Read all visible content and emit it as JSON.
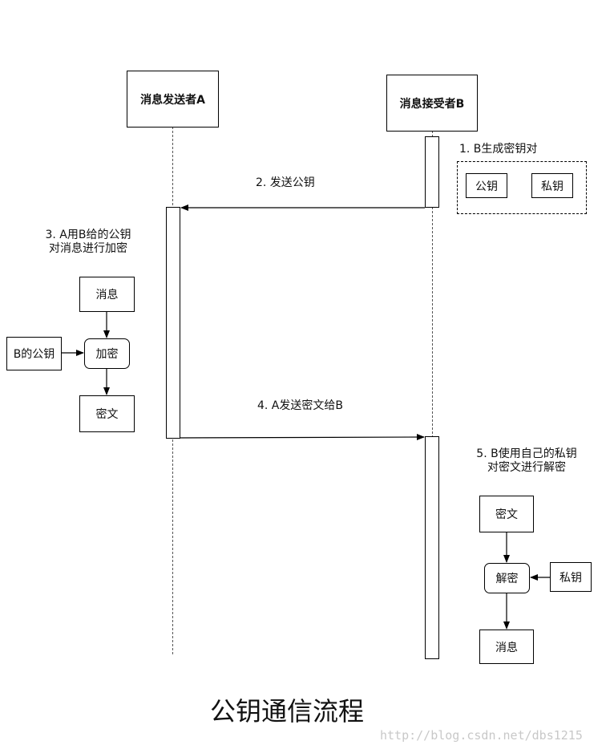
{
  "actors": {
    "a": "消息发送者A",
    "b": "消息接受者B"
  },
  "step1": {
    "label": "1. B生成密钥对",
    "public_key": "公钥",
    "private_key": "私钥"
  },
  "step2": {
    "label": "2. 发送公钥"
  },
  "step3": {
    "line1": "3. A用B给的公钥",
    "line2": "对消息进行加密",
    "message": "消息",
    "encrypt": "加密",
    "b_public_key": "B的公钥",
    "ciphertext": "密文"
  },
  "step4": {
    "label": "4. A发送密文给B"
  },
  "step5": {
    "line1": "5. B使用自己的私钥",
    "line2": "对密文进行解密",
    "ciphertext": "密文",
    "decrypt": "解密",
    "private_key": "私钥",
    "message": "消息"
  },
  "title": "公钥通信流程",
  "watermark": "http://blog.csdn.net/dbs1215"
}
